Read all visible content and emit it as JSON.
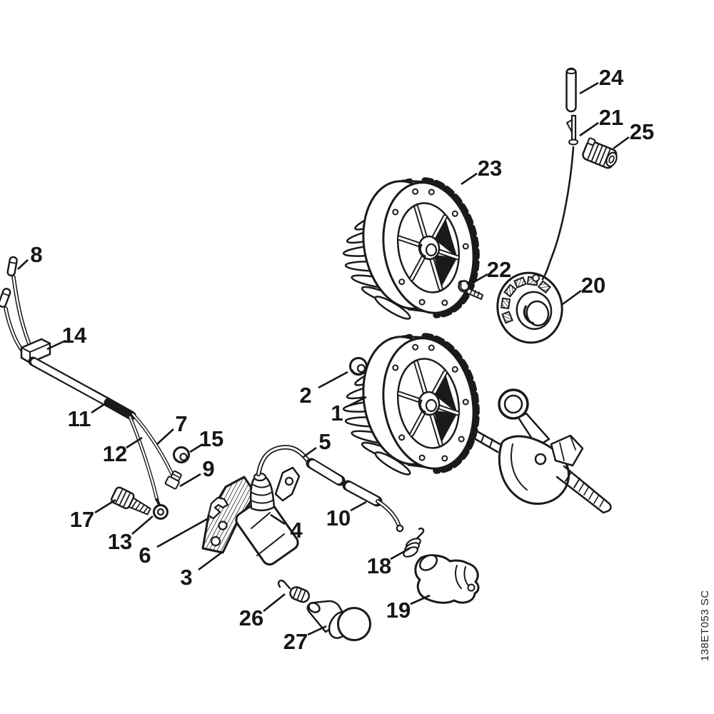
{
  "diagram": {
    "watermark": "138ET053 SC",
    "colors": {
      "background": "#ffffff",
      "line": "#1a1a1a",
      "label_text": "#161616"
    },
    "labels": [
      "1",
      "2",
      "3",
      "4",
      "5",
      "6",
      "7",
      "8",
      "9",
      "10",
      "11",
      "12",
      "13",
      "14",
      "15",
      "17",
      "18",
      "19",
      "20",
      "21",
      "22",
      "23",
      "24",
      "25",
      "26",
      "27"
    ]
  }
}
